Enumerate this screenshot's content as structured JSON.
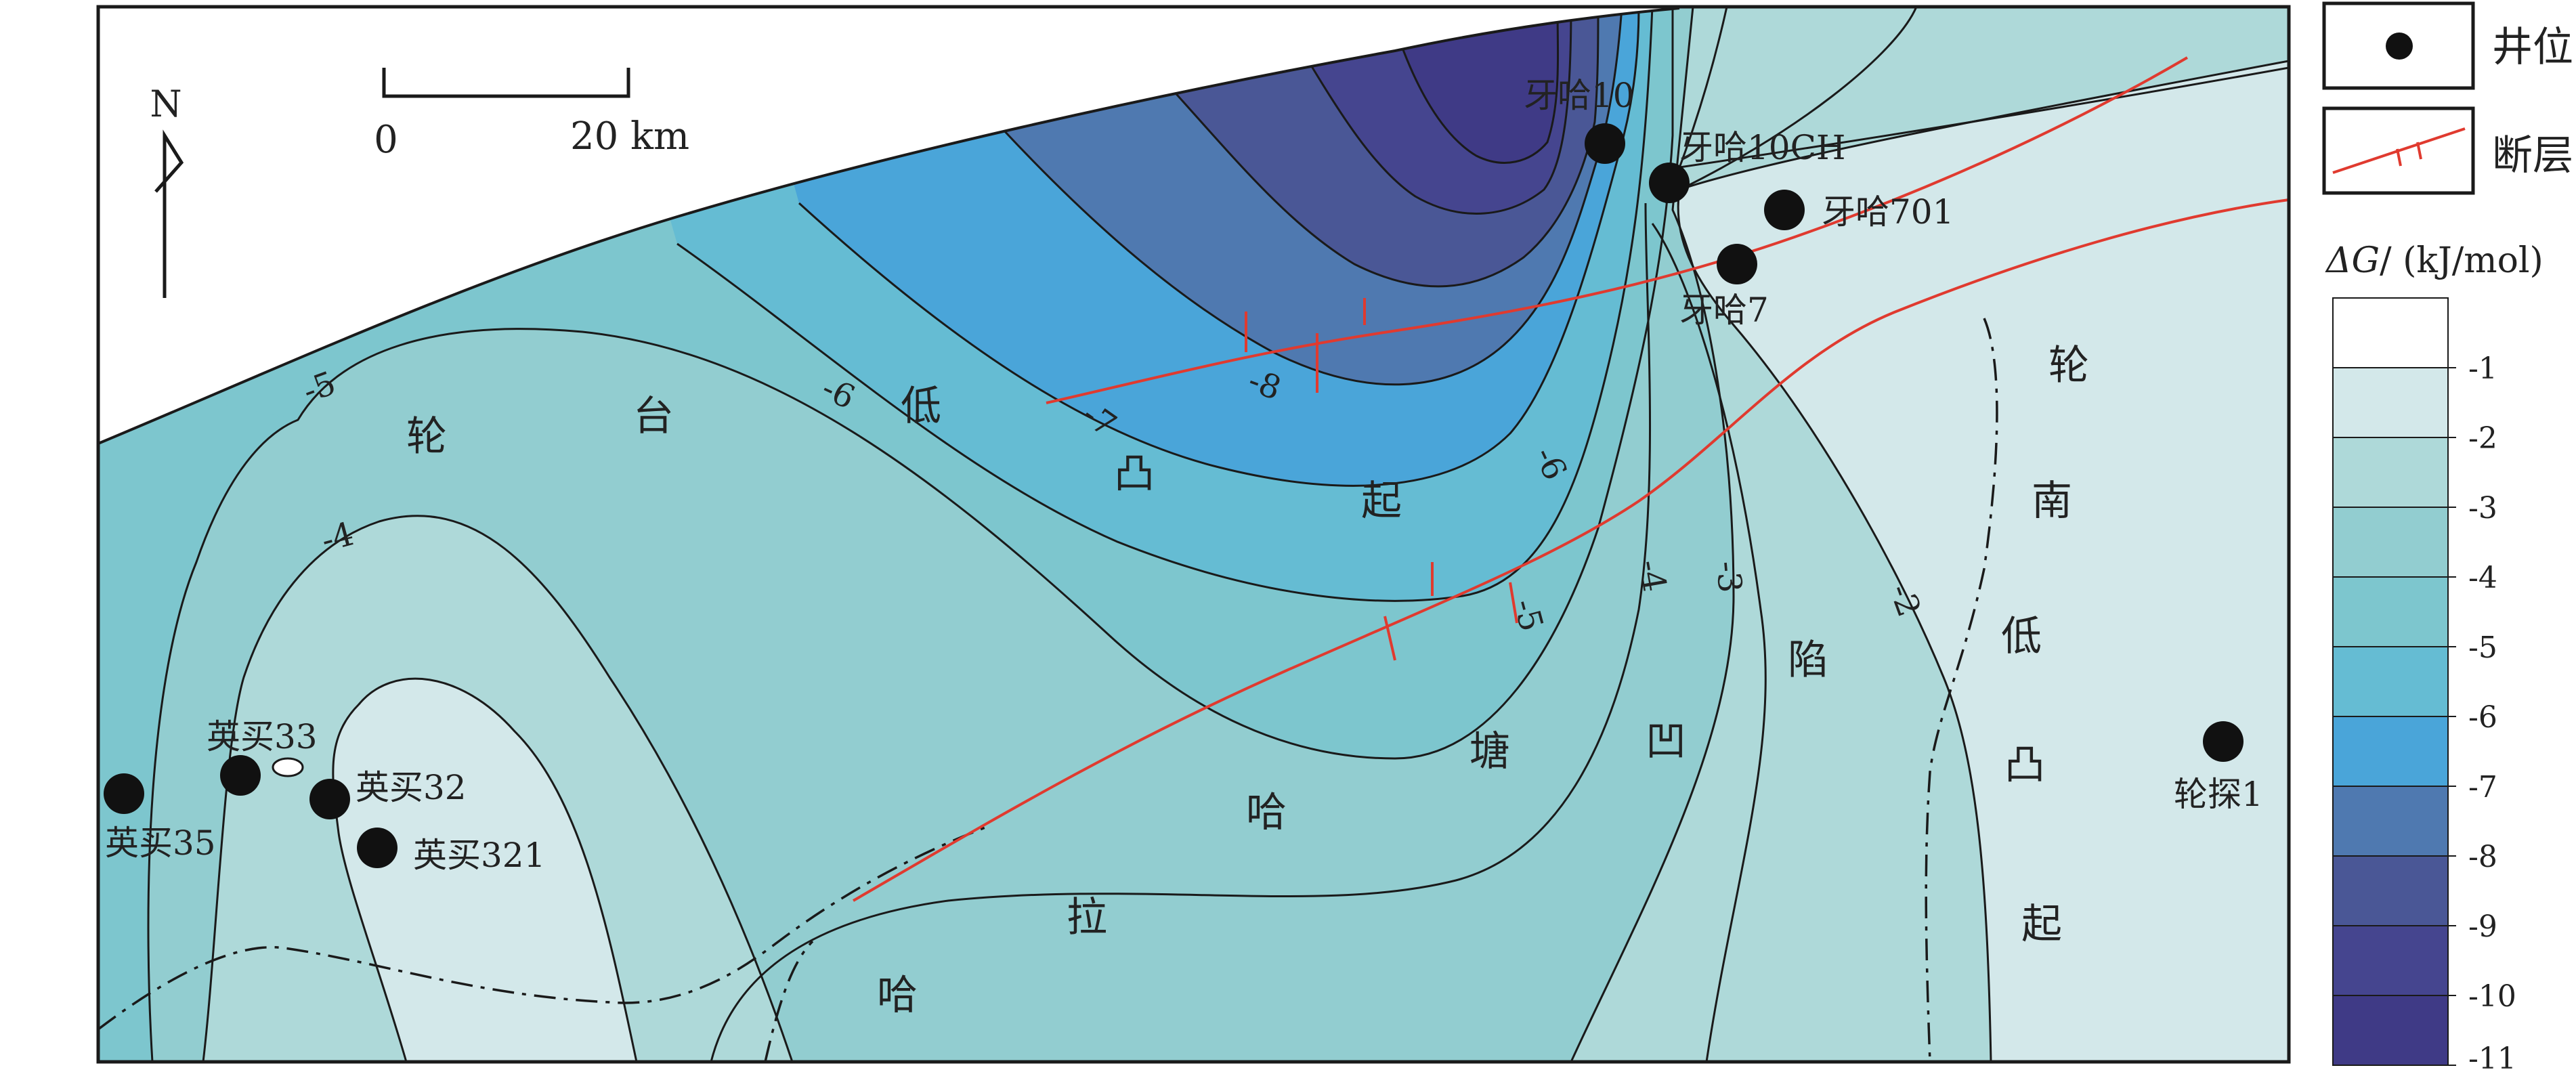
{
  "north_label": "N",
  "scale_bar": {
    "start": "0",
    "end": "20 km"
  },
  "region_labels": {
    "luntai_uplift": [
      "轮",
      "台",
      "低",
      "凸",
      "起"
    ],
    "halahatang_sag": [
      "哈",
      "拉",
      "哈",
      "塘",
      "凹",
      "陷"
    ],
    "lunnan_uplift": [
      "轮",
      "南",
      "低",
      "凸",
      "起"
    ]
  },
  "contour_labels": [
    "-2",
    "-3",
    "-4",
    "-5",
    "-6",
    "-7",
    "-8",
    "-6",
    "-5",
    "-4"
  ],
  "wells": [
    "牙哈10",
    "牙哈10CH",
    "牙哈701",
    "牙哈7",
    "英买33",
    "英买32",
    "英买35",
    "英买321",
    "轮探1"
  ],
  "legend": {
    "well_label": "井位",
    "fault_label": "断层",
    "delta_g_symbol": "ΔG",
    "delta_g_unit": "/ (kJ/mol)",
    "scale_ticks": [
      "-1",
      "-2",
      "-3",
      "-4",
      "-5",
      "-6",
      "-7",
      "-8",
      "-9",
      "-10",
      "-11"
    ],
    "scale_colors": [
      "#ffffff",
      "#d3e8ea",
      "#aed9d9",
      "#92cdd0",
      "#7dc6ce",
      "#65bcd3",
      "#4aa5d9",
      "#4f79b0",
      "#4a5796",
      "#45458f",
      "#3f3a86"
    ]
  }
}
